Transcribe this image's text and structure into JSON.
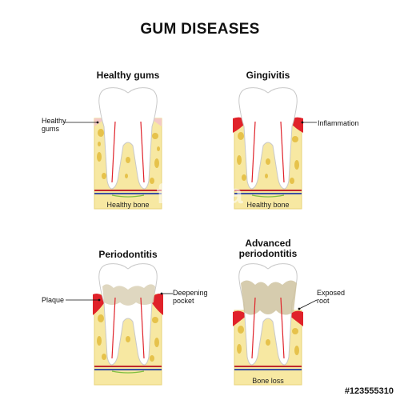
{
  "title": "GUM DISEASES",
  "colors": {
    "bone": "#f7e8a2",
    "bone_edge": "#e8d37a",
    "bone_spot": "#e6c24b",
    "gum": "#f4c9c6",
    "inflamed": "#e0222a",
    "enamel": "#ffffff",
    "plaque": "#d9d0b5",
    "vessel_red": "#c0282e",
    "vessel_blue": "#3c4fa3",
    "nerve_green": "#7fbf3f"
  },
  "panels": [
    {
      "name": "Healthy gums",
      "labels": [
        "Healthy\ngums"
      ],
      "box_label": "Healthy bone"
    },
    {
      "name": "Gingivitis",
      "labels": [
        "Inflammation"
      ],
      "box_label": "Healthy bone"
    },
    {
      "name": "Periodontitis",
      "labels": [
        "Plaque",
        "Deepening\npocket"
      ],
      "box_label": ""
    },
    {
      "name": "Advanced\nperiodontitis",
      "labels": [
        "Exposed\nroot"
      ],
      "box_label": "Bone loss"
    }
  ],
  "watermark": {
    "brand": "fotolia",
    "sub": "by Adobe"
  },
  "stock_id": "#123555310"
}
